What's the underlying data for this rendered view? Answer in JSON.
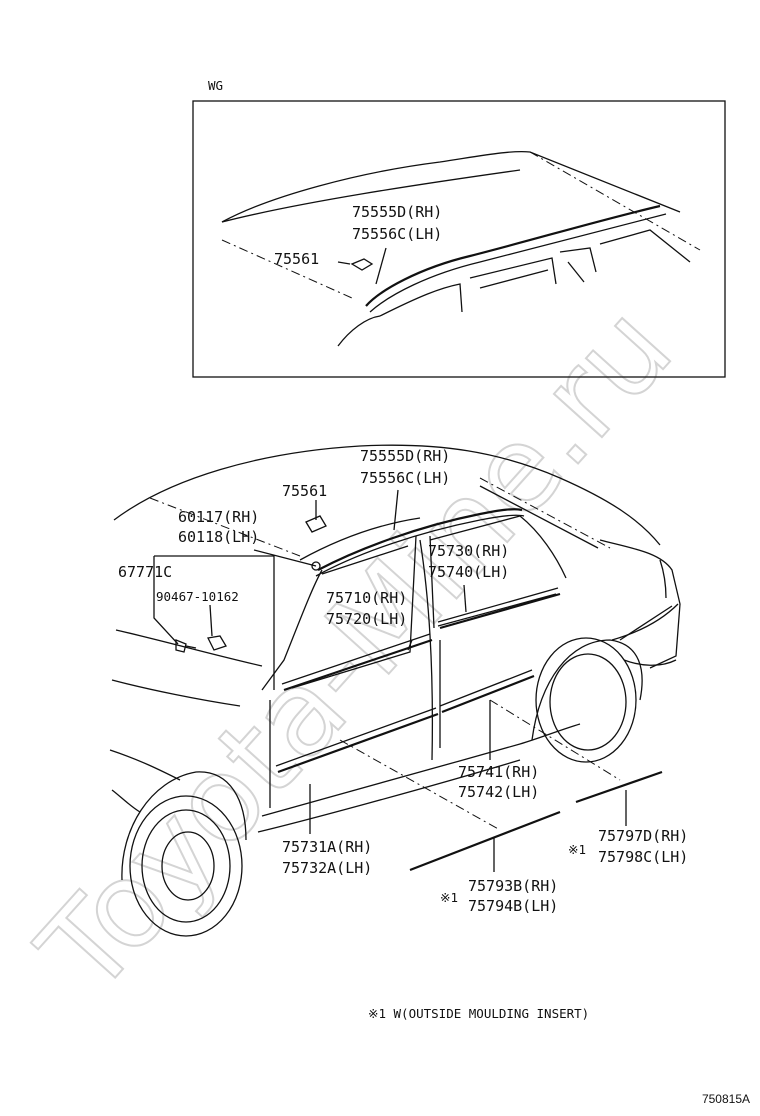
{
  "watermark": "Toyota-Mine.ru",
  "inset": {
    "variant": "WG",
    "labels": {
      "roof_rh": "75555D(RH)",
      "roof_lh": "75556C(LH)",
      "clip": "75561"
    }
  },
  "main": {
    "labels": {
      "roof_rh": "75555D(RH)",
      "roof_lh": "75556C(LH)",
      "clip": "75561",
      "pillar_rh": "60117(RH)",
      "pillar_lh": "60118(LH)",
      "p67771": "67771C",
      "p90467": "90467-10162",
      "rear_belt_rh": "75730(RH)",
      "rear_belt_lh": "75740(LH)",
      "front_belt_rh": "75710(RH)",
      "front_belt_lh": "75720(LH)",
      "rear_side_rh": "75741(RH)",
      "rear_side_lh": "75742(LH)",
      "front_side_rh": "75731A(RH)",
      "front_side_lh": "75732A(LH)",
      "insert_front_rh": "75793B(RH)",
      "insert_front_lh": "75794B(LH)",
      "insert_rear_rh": "75797D(RH)",
      "insert_rear_lh": "75798C(LH)"
    },
    "note_marker": "※1"
  },
  "note": "※1 W(OUTSIDE MOULDING INSERT)",
  "figure_id": "750815A"
}
